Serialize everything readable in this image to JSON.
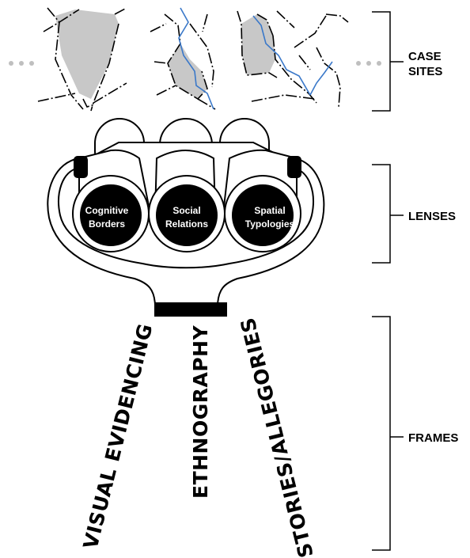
{
  "labels": {
    "case_sites": [
      "CASE",
      "SITES"
    ],
    "lenses": "LENSES",
    "frames": "FRAMES"
  },
  "lens_items": [
    {
      "lines": [
        "Cognitive",
        "Borders"
      ]
    },
    {
      "lines": [
        "Social",
        "Relations"
      ]
    },
    {
      "lines": [
        "Spatial",
        "Typologies"
      ]
    }
  ],
  "frames_items": [
    "VISUAL EVIDENCING",
    "ETHNOGRAPHY",
    "STORIES/ALLEGORIES"
  ],
  "colors": {
    "ink": "#000000",
    "site_fill": "#c8c8c8",
    "river": "#3a78c9",
    "dots": "#bfbfbf"
  }
}
